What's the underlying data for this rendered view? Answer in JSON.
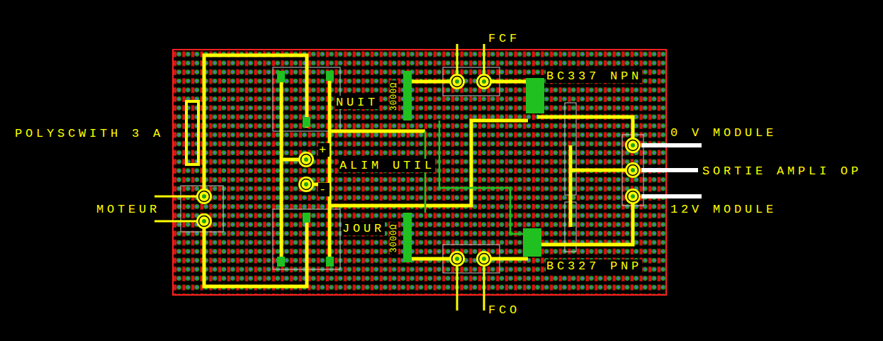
{
  "diagram": {
    "labels": [
      "FCF",
      "BC337 NPN",
      "NUIT",
      "3000Ω",
      "POLYSCWITH 3 A",
      "+",
      "ALIM UTIL",
      "-",
      "MOTEUR",
      "JOUR",
      "3000Ω",
      "BC327 PNP",
      "FCO",
      "0 V MODULE",
      "SORTIE AMPLI OP",
      "12V MODULE"
    ]
  }
}
